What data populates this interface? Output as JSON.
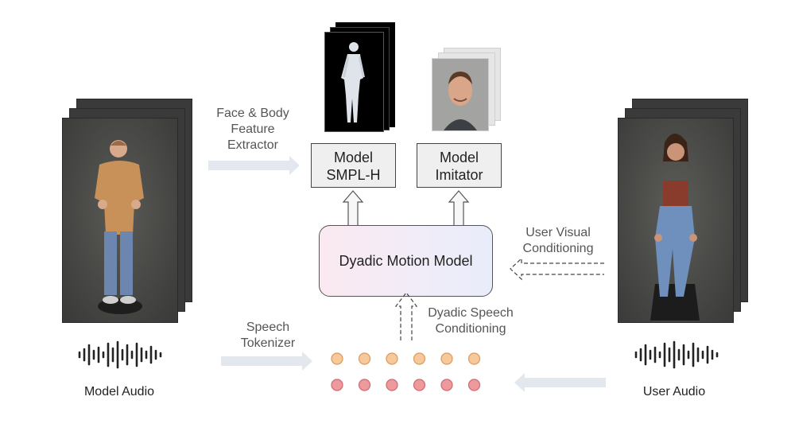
{
  "labels": {
    "face_body_extractor": [
      "Face & Body",
      "Feature",
      "Extractor"
    ],
    "speech_tokenizer": [
      "Speech",
      "Tokenizer"
    ],
    "user_visual_conditioning": [
      "User Visual",
      "Conditioning"
    ],
    "dyadic_speech_conditioning": [
      "Dyadic Speech",
      "Conditioning"
    ]
  },
  "boxes": {
    "model_smplh": [
      "Model",
      "SMPL-H"
    ],
    "model_imitator": [
      "Model",
      "Imitator"
    ],
    "dyadic_motion_model": "Dyadic Motion Model"
  },
  "captions": {
    "model_audio": "Model Audio",
    "user_audio": "User Audio"
  },
  "tokens": {
    "rows": 2,
    "per_row": 6,
    "row_colors": [
      "#f7c99a",
      "#ee9a9d"
    ],
    "row_stroke": [
      "#d99a5c",
      "#cc6a70"
    ]
  },
  "colors": {
    "flow_arrow": "#e3e8ef",
    "box_fill": "#efefef",
    "motion_gradient_start": "#fbe9f1",
    "motion_gradient_end": "#e9ecfb"
  }
}
